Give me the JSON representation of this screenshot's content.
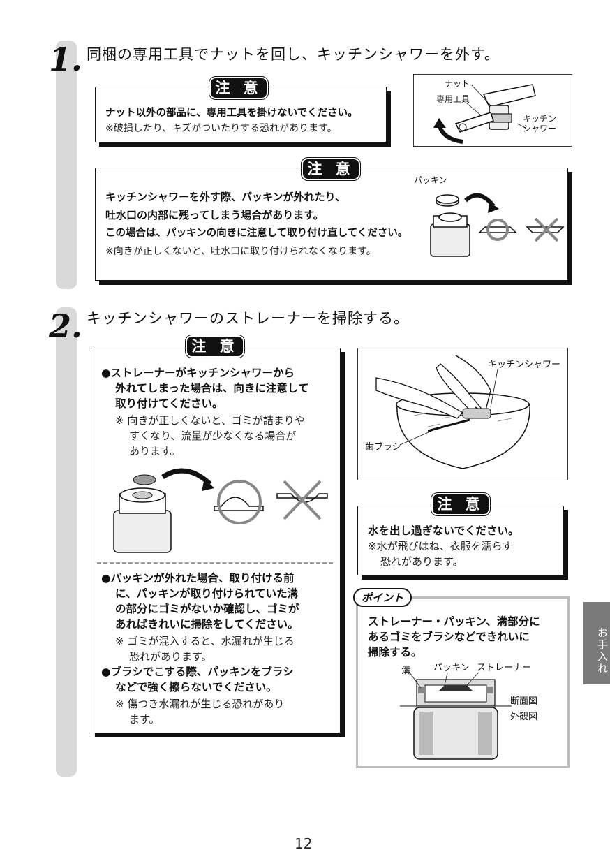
{
  "step1": {
    "number": "1.",
    "title": "同梱の専用工具でナットを回し、キッチンシャワーを外す。",
    "caution1": {
      "tag": "注 意",
      "main": "ナット以外の部品に、専用工具を掛けないでください。",
      "note": "※破損したり、キズがついたりする恐れがあります。"
    },
    "figure1": {
      "label_nut": "ナット",
      "label_tool": "専用工具",
      "label_shower_1": "キッチン",
      "label_shower_2": "シャワー"
    },
    "caution2": {
      "tag": "注 意",
      "line1": "キッチンシャワーを外す際、パッキンが外れたり、",
      "line2": "吐水口の内部に残ってしまう場合があります。",
      "line3": "この場合は、パッキンの向きに注意して取り付け直してください。",
      "note": "※向きが正しくないと、吐水口に取り付けられなくなります。",
      "label_packing": "パッキン"
    }
  },
  "step2": {
    "number": "2.",
    "title": "キッチンシャワーのストレーナーを掃除する。",
    "caution3": {
      "tag": "注 意",
      "b1_l1": "●ストレーナーがキッチンシャワーから",
      "b1_l2": "外れてしまった場合は、向きに注意して",
      "b1_l3": "取り付けてください。",
      "b1_n1": "※ 向きが正しくないと、ゴミが詰まりや",
      "b1_n2": "すくなり、流量が少なくなる場合が",
      "b1_n3": "あります。",
      "b2_l1": "●パッキンが外れた場合、取り付ける前",
      "b2_l2": "に、パッキンが取り付けられていた溝",
      "b2_l3": "の部分にゴミがないか確認し、ゴミが",
      "b2_l4": "あればきれいに掃除をしてください。",
      "b2_n1": "※ ゴミが混入すると、水漏れが生じる",
      "b2_n2": "恐れがあります。",
      "b3_l1": "●ブラシでこする際、パッキンをブラシ",
      "b3_l2": "などで強く擦らないでください。",
      "b3_n1": "※ 傷つき水漏れが生じる恐れがあり",
      "b3_n2": "ます。"
    },
    "figure2": {
      "label_shower": "キッチンシャワー",
      "label_brush": "歯ブラシ"
    },
    "caution4": {
      "tag": "注 意",
      "main": "水を出し過ぎないでください。",
      "note1": "※水が飛びはね、衣服を濡らす",
      "note2": "恐れがあります。"
    },
    "point": {
      "tag": "ポイント",
      "l1": "ストレーナー・パッキン、溝部分に",
      "l2": "あるゴミをブラシなどできれいに",
      "l3": "掃除する。",
      "label_groove": "溝",
      "label_packing": "パッキン",
      "label_strainer": "ストレーナー",
      "label_section": "断面図",
      "label_exterior": "外観図"
    }
  },
  "side_tab": "お手入れ",
  "page_number": "12"
}
